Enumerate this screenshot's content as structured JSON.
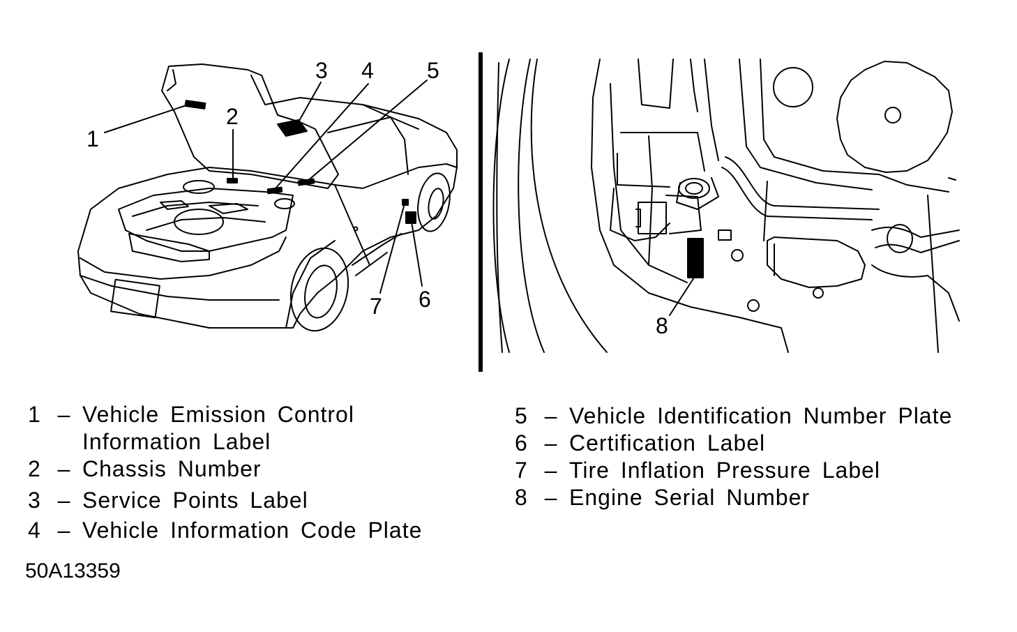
{
  "figure_code": "50A13359",
  "callouts": {
    "c1": "1",
    "c2": "2",
    "c3": "3",
    "c4": "4",
    "c5": "5",
    "c6": "6",
    "c7": "7",
    "c8": "8"
  },
  "legend": {
    "left": [
      {
        "num": "1",
        "dash": "–",
        "text": "Vehicle Emission Control",
        "cont": "Information Label"
      },
      {
        "num": "2",
        "dash": "–",
        "text": "Chassis Number"
      },
      {
        "num": "3",
        "dash": "–",
        "text": "Service Points Label"
      },
      {
        "num": "4",
        "dash": "–",
        "text": "Vehicle Information Code Plate"
      }
    ],
    "right": [
      {
        "num": "5",
        "dash": "–",
        "text": "Vehicle Identification Number Plate"
      },
      {
        "num": "6",
        "dash": "–",
        "text": "Certification Label"
      },
      {
        "num": "7",
        "dash": "–",
        "text": "Tire Inflation Pressure Label"
      },
      {
        "num": "8",
        "dash": "–",
        "text": "Engine Serial Number"
      }
    ]
  }
}
